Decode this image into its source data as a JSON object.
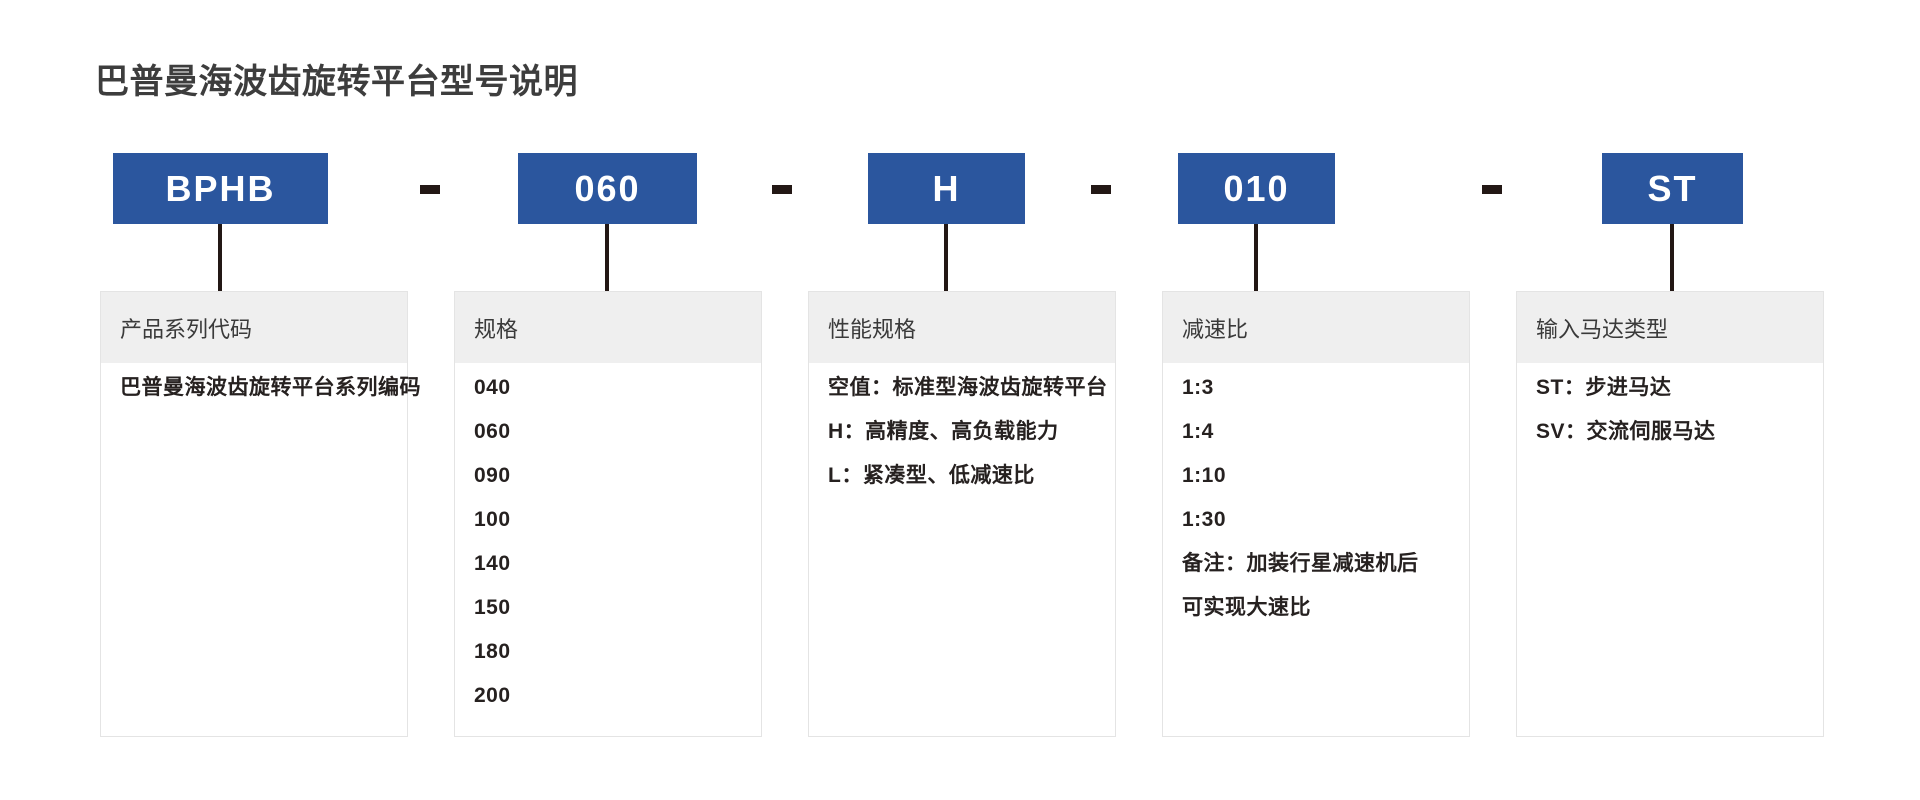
{
  "page": {
    "title": "巴普曼海波齿旋转平台型号说明"
  },
  "model": {
    "separator": "-",
    "segments": [
      {
        "code": "BPHB"
      },
      {
        "code": "060"
      },
      {
        "code": "H"
      },
      {
        "code": "010"
      },
      {
        "code": "ST"
      }
    ]
  },
  "cards": [
    {
      "header": "产品系列代码",
      "items": [
        "巴普曼海波齿旋转平台系列编码"
      ]
    },
    {
      "header": "规格",
      "items": [
        "040",
        "060",
        "090",
        "100",
        "140",
        "150",
        "180",
        "200"
      ]
    },
    {
      "header": "性能规格",
      "items": [
        "空值：标准型海波齿旋转平台",
        "H：高精度、高负载能力",
        "L：紧凑型、低减速比"
      ]
    },
    {
      "header": "减速比",
      "items": [
        "1:3",
        "1:4",
        "1:10",
        "1:30",
        "备注：加装行星减速机后",
        "可实现大速比"
      ]
    },
    {
      "header": "输入马达类型",
      "items": [
        "ST：步进马达",
        "SV：交流伺服马达"
      ]
    }
  ],
  "colors": {
    "accent_blue": "#2B569E",
    "connector_black": "#231815",
    "header_gray": "#EFEFEF"
  }
}
